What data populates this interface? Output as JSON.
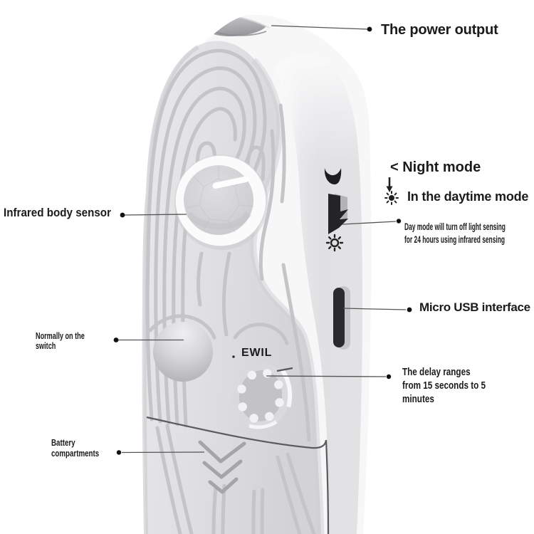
{
  "title_labels": {
    "power_output": "The power output",
    "night_mode": "< Night mode",
    "daytime_mode": "In the daytime mode",
    "micro_usb": "Micro USB interface",
    "infrared_sensor": "Infrared body sensor",
    "brand": "EWIL"
  },
  "notes": {
    "day_mode": [
      "Day mode will turn off light sensing",
      "for 24 hours using infrared sensing"
    ],
    "normally_on": [
      "Normally on the",
      "switch"
    ],
    "delay": [
      "The delay ranges",
      "from 15 seconds to 5",
      "minutes"
    ],
    "battery": [
      "Battery",
      "compartments"
    ]
  },
  "colors": {
    "background": "#ffffff",
    "device_body": "#e0e0e3",
    "groove": "#c5c5c9",
    "text": "#1b1b1b",
    "annotation_line": "#555555",
    "dark_parts": "#28282b"
  }
}
